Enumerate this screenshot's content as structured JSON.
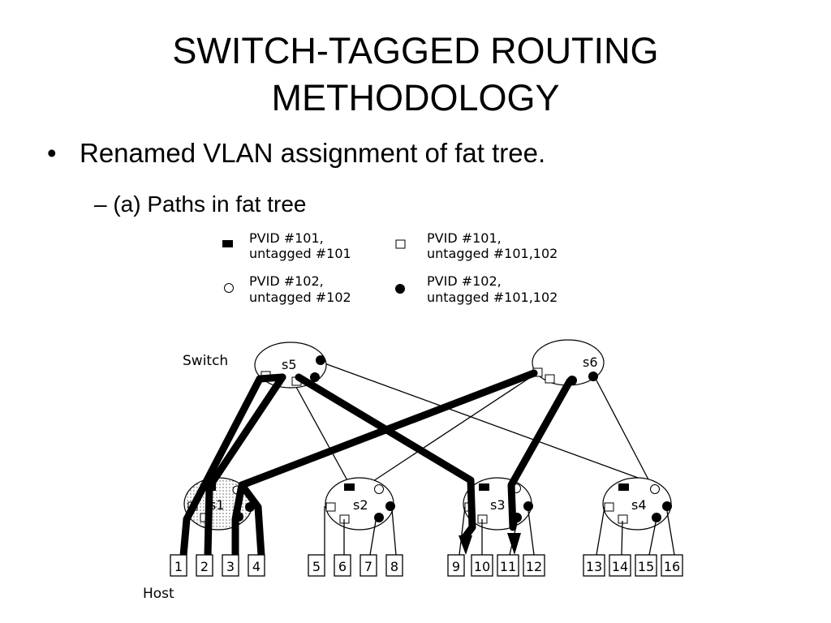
{
  "slide": {
    "title_line1": "SWITCH-TAGGED ROUTING",
    "title_line2": "METHODOLOGY",
    "bullet_symbol": "•",
    "bullet": "Renamed VLAN assignment of fat tree.",
    "sub_bullet": "– (a) Paths in fat tree"
  },
  "legend": [
    {
      "marker": "filled-square",
      "line1": "PVID #101,",
      "line2": "untagged #101"
    },
    {
      "marker": "open-square",
      "line1": "PVID #101,",
      "line2": "untagged #101,102"
    },
    {
      "marker": "open-circle",
      "line1": "PVID #102,",
      "line2": "untagged #102"
    },
    {
      "marker": "filled-circle",
      "line1": "PVID #102,",
      "line2": "untagged #101,102"
    }
  ],
  "labels": {
    "switch": "Switch",
    "host": "Host"
  },
  "switches": {
    "top": [
      "s5",
      "s6"
    ],
    "edge": [
      "s1",
      "s2",
      "s3",
      "s4"
    ]
  },
  "hosts": [
    "1",
    "2",
    "3",
    "4",
    "5",
    "6",
    "7",
    "8",
    "9",
    "10",
    "11",
    "12",
    "13",
    "14",
    "15",
    "16"
  ]
}
